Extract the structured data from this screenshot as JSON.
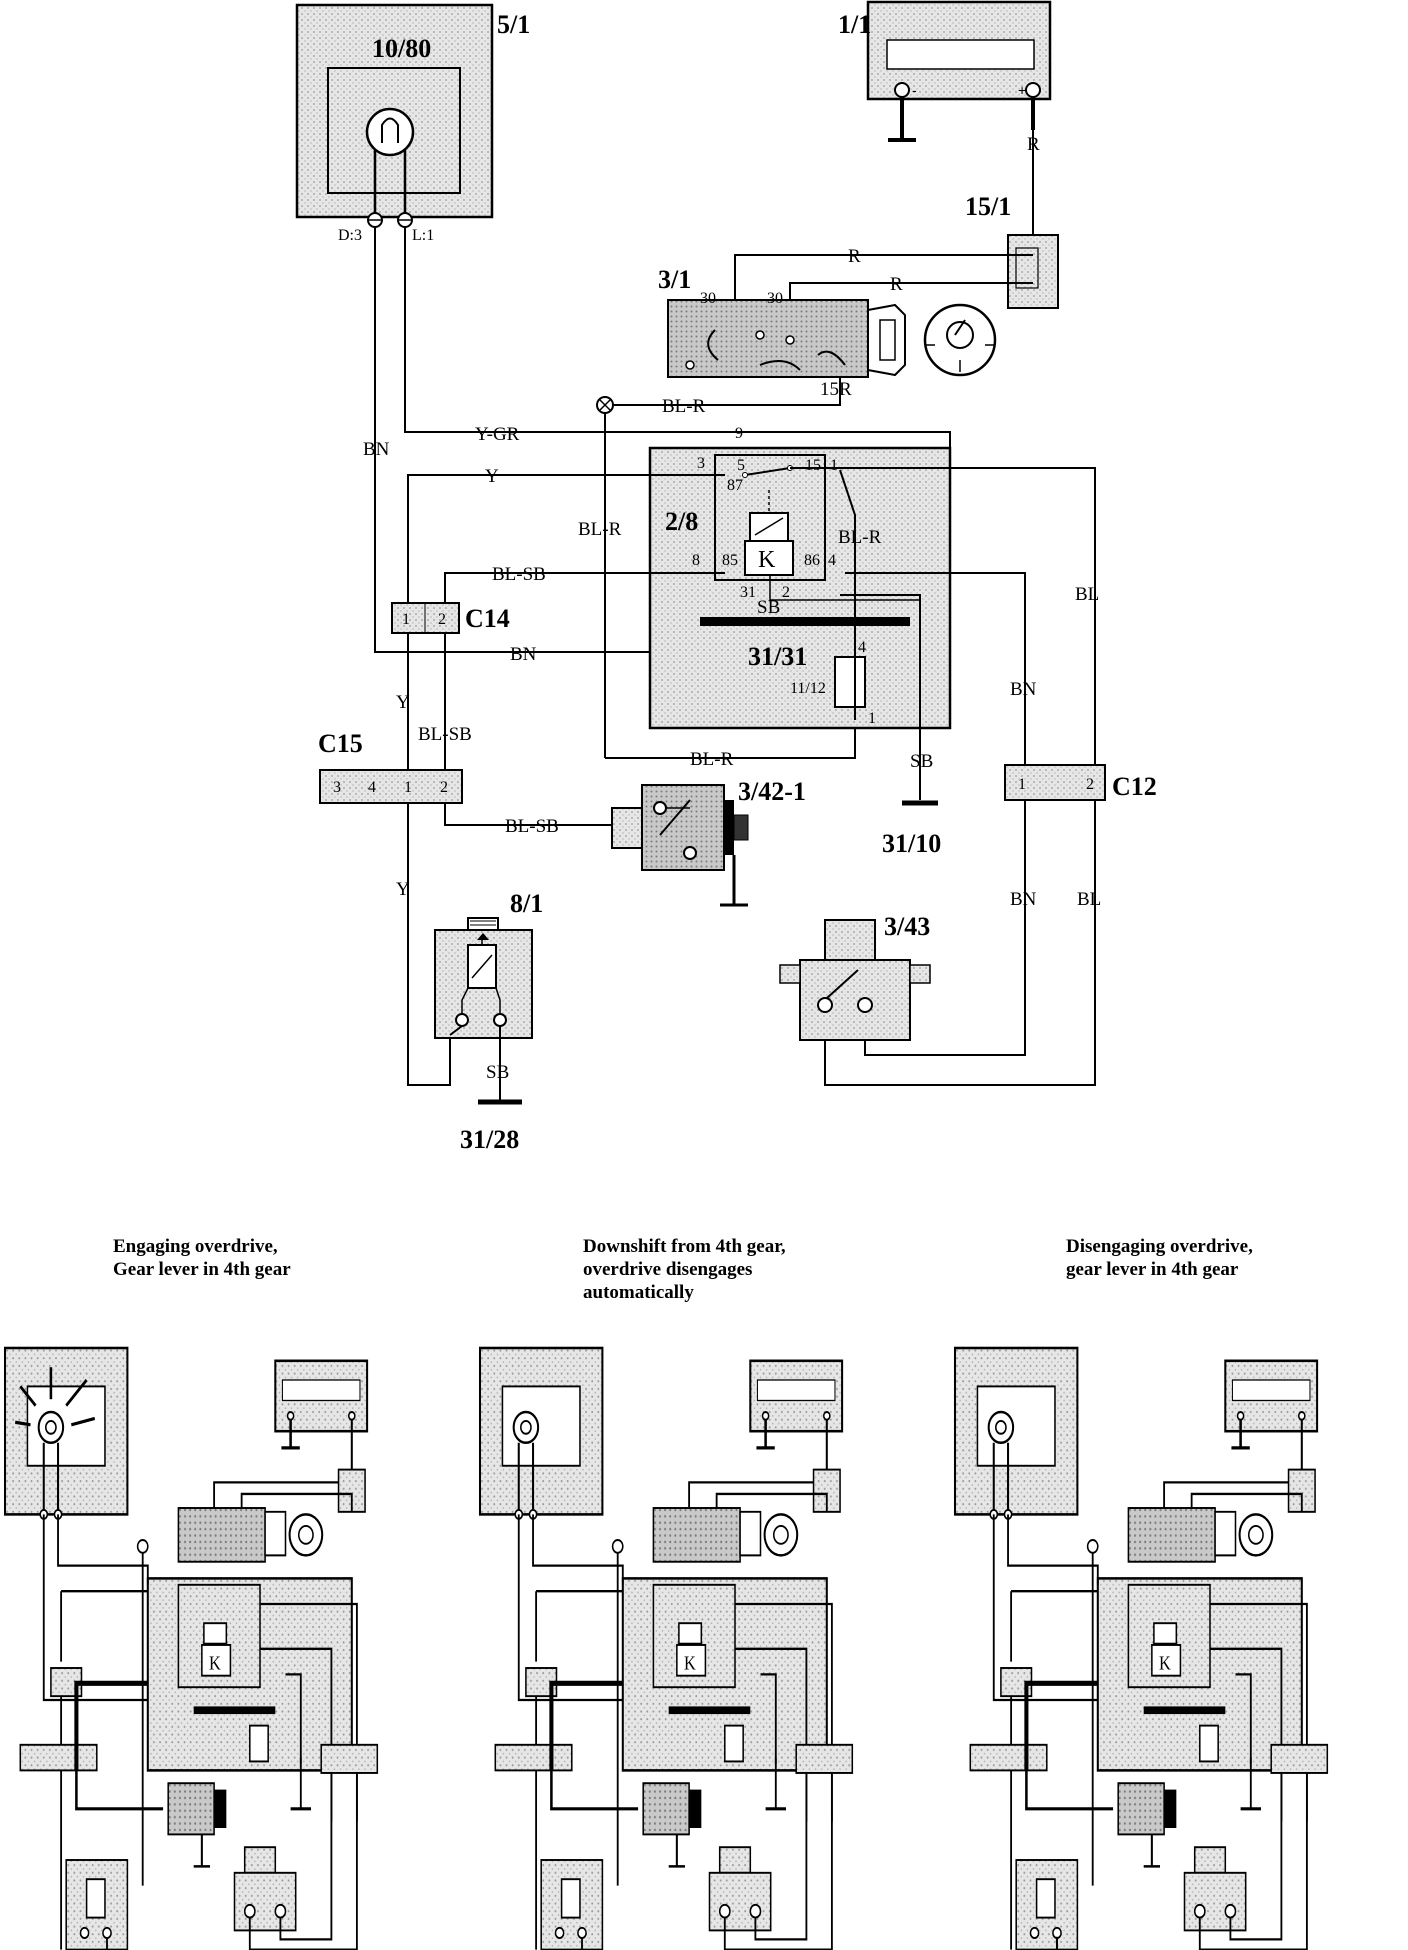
{
  "components": {
    "lamp": "10/80",
    "lamp_ref": "5/1",
    "battery": "1/1",
    "fuse": "15/1",
    "ignition": "3/1",
    "relay": "2/8",
    "relay_ground": "31/31",
    "c14": "C14",
    "c15": "C15",
    "c12": "C12",
    "switch": "3/42-1",
    "ground_31_10": "31/10",
    "solenoid": "8/1",
    "switch_343": "3/43",
    "ground_31_28": "31/28"
  },
  "wires": {
    "r1": "R",
    "r2": "R",
    "r3": "R",
    "ygr": "Y-GR",
    "blr_top": "BL-R",
    "r15": "15R",
    "bn_left": "BN",
    "y_top": "Y",
    "blr_mid": "BL-R",
    "blr_relay": "BL-R",
    "blsb_top": "BL-SB",
    "bl_right": "BL",
    "bn_mid": "BN",
    "sb_relay": "SB",
    "y_c14": "Y",
    "blsb_c14": "BL-SB",
    "bn_c12": "BN",
    "blr_bottom": "BL-R",
    "sb_3110": "SB",
    "blsb_c15": "BL-SB",
    "y_c15": "Y",
    "bn_343": "BN",
    "bl_343": "BL",
    "sb_solenoid": "SB"
  },
  "pins": {
    "d3": "D:3",
    "l1": "L:1",
    "p30a": "30",
    "p30b": "30",
    "p9": "9",
    "p3": "3",
    "p5": "5",
    "p87": "87",
    "p15": "15",
    "p1a": "1",
    "p8": "8",
    "p85": "85",
    "p86": "86",
    "p4a": "4",
    "p31": "31",
    "p2": "2",
    "p4b": "4",
    "p1112": "11/12",
    "p1b": "1",
    "c14_1": "1",
    "c14_2": "2",
    "c15_3": "3",
    "c15_4": "4",
    "c15_1": "1",
    "c15_2": "2",
    "c12_1": "1",
    "c12_2": "2",
    "k": "K"
  },
  "captions": {
    "a1": "Engaging overdrive,",
    "a2": "Gear lever in 4th gear",
    "b1": "Downshift from 4th gear,",
    "b2": "overdrive disengages",
    "b3": "automatically",
    "c1": "Disengaging overdrive,",
    "c2": "gear lever in 4th gear"
  }
}
